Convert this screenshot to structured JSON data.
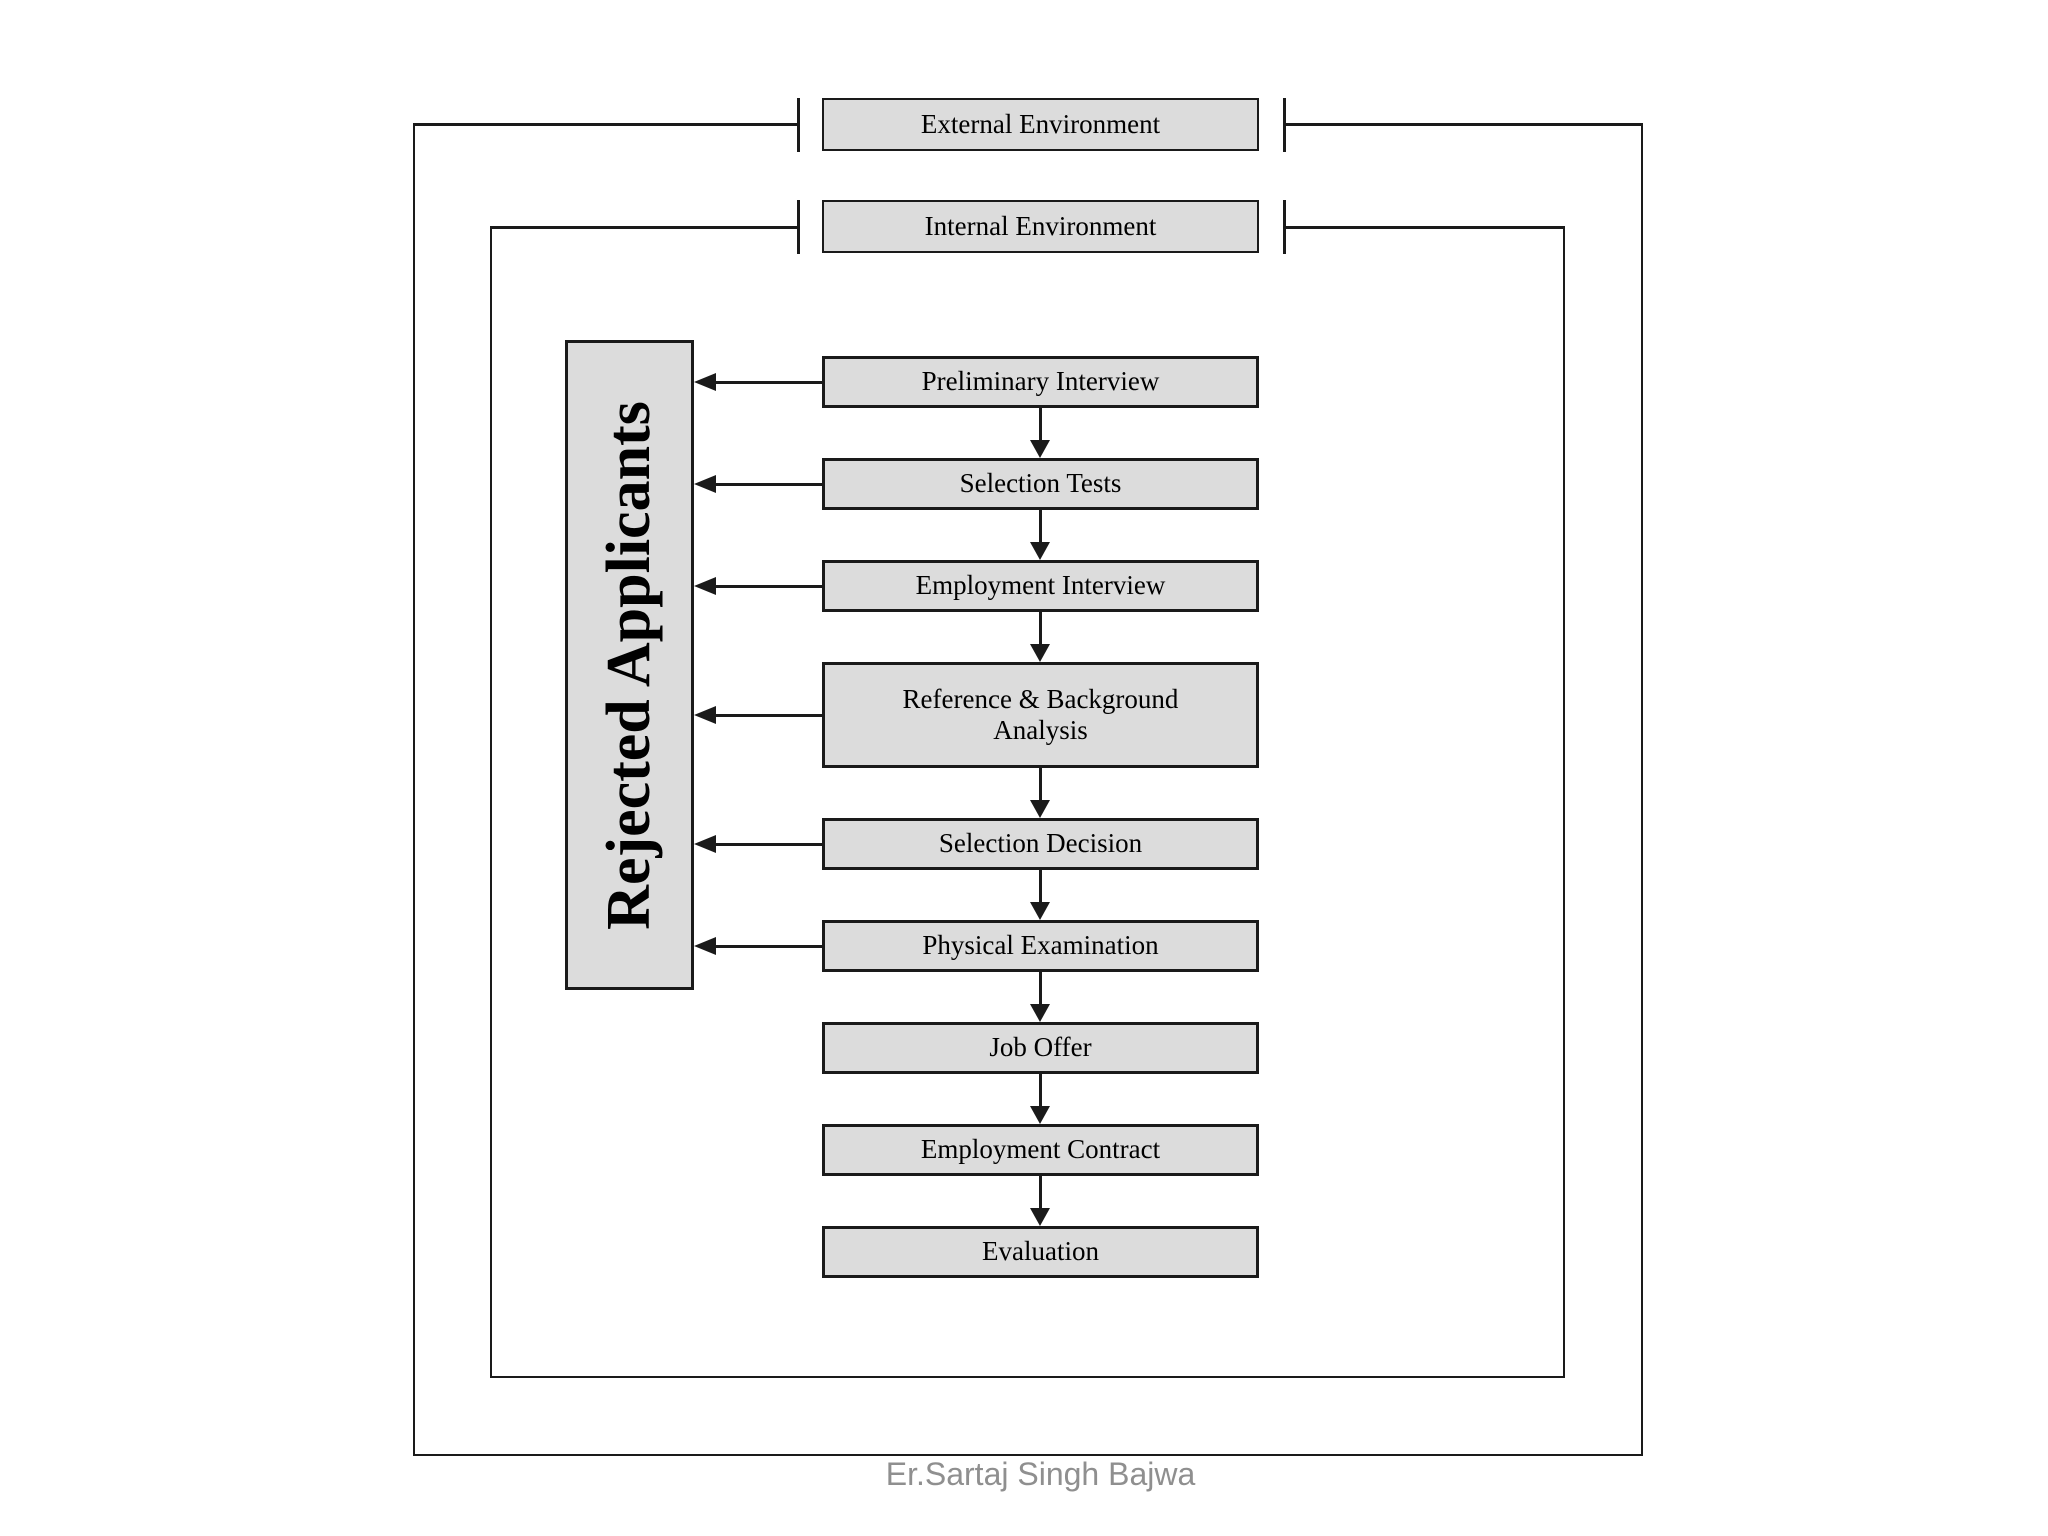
{
  "diagram": {
    "external_environment_label": "External Environment",
    "internal_environment_label": "Internal Environment",
    "rejected_applicants_label": "Rejected Applicants",
    "steps": [
      {
        "lines": [
          "Preliminary Interview"
        ],
        "rejection_arrow": true
      },
      {
        "lines": [
          "Selection Tests"
        ],
        "rejection_arrow": true
      },
      {
        "lines": [
          "Employment Interview"
        ],
        "rejection_arrow": true
      },
      {
        "lines": [
          "Reference & Background",
          "Analysis"
        ],
        "rejection_arrow": true
      },
      {
        "lines": [
          "Selection Decision"
        ],
        "rejection_arrow": true
      },
      {
        "lines": [
          "Physical Examination"
        ],
        "rejection_arrow": true
      },
      {
        "lines": [
          "Job Offer"
        ],
        "rejection_arrow": false
      },
      {
        "lines": [
          "Employment Contract"
        ],
        "rejection_arrow": false
      },
      {
        "lines": [
          "Evaluation"
        ],
        "rejection_arrow": false
      }
    ],
    "footer_credit": "Er.Sartaj Singh Bajwa",
    "colors": {
      "box_fill": "#dcdcdc",
      "line": "#1a1a1a",
      "footer_text": "#8f8f8f"
    }
  }
}
